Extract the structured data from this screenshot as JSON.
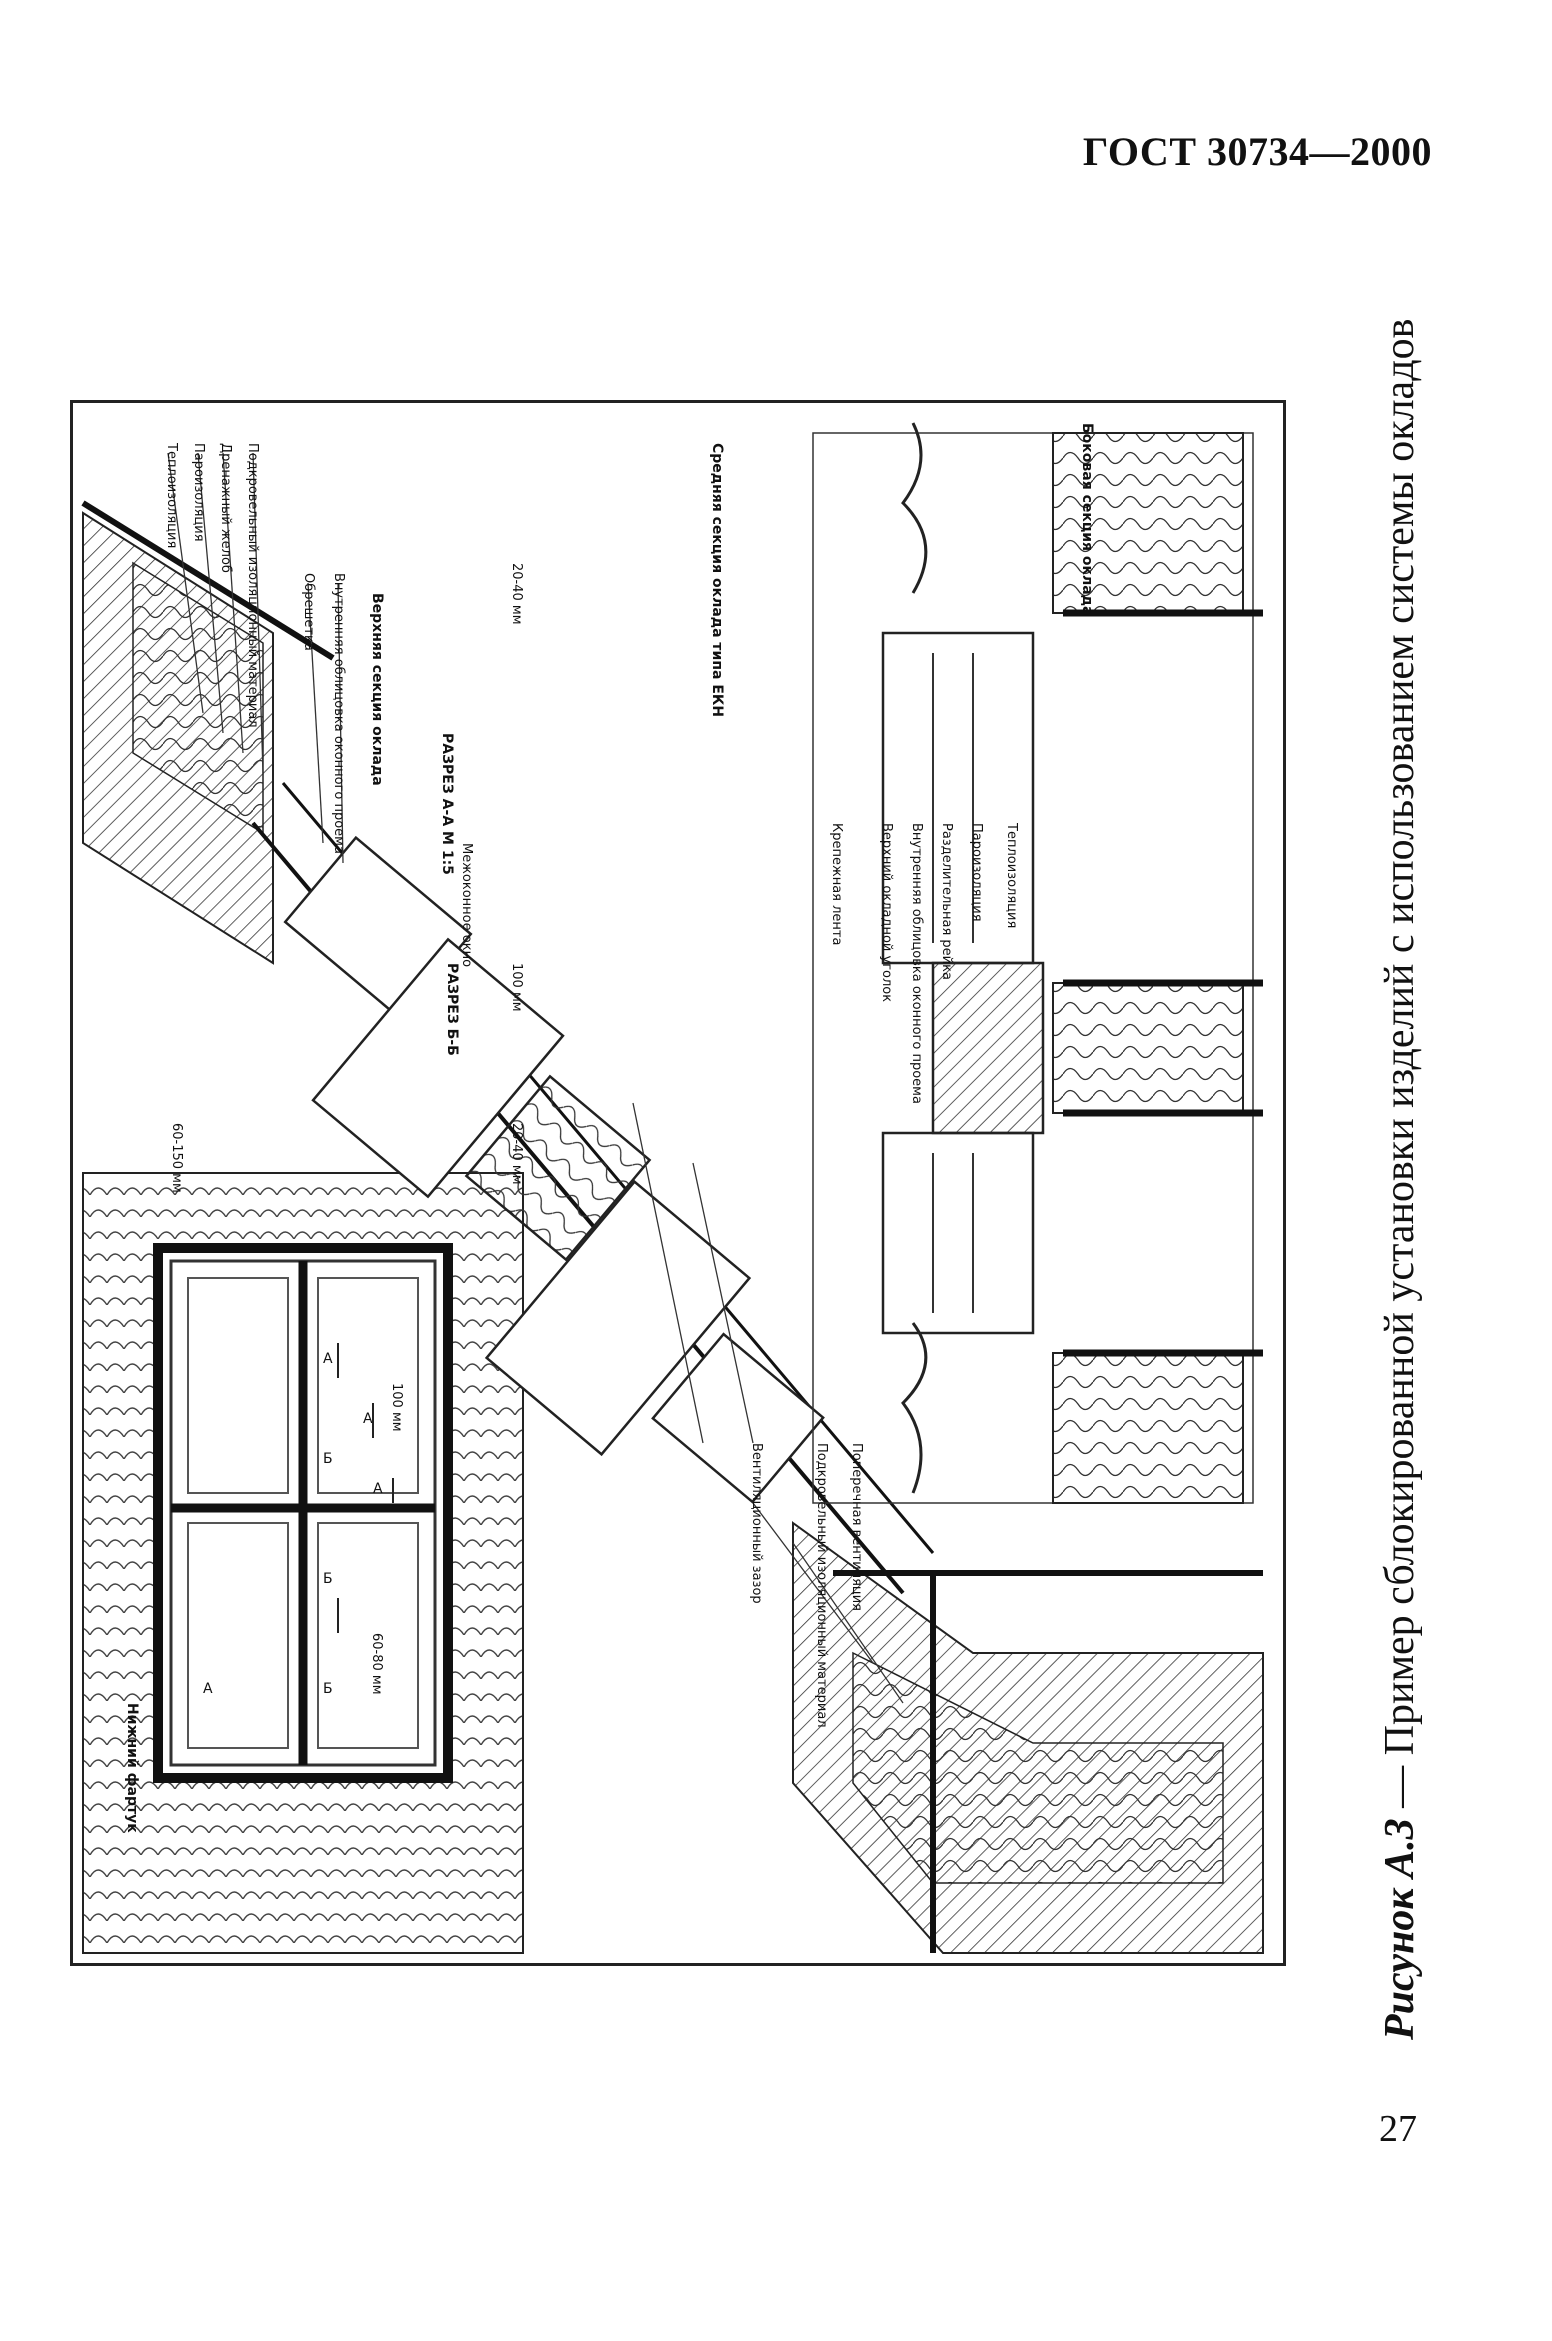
{
  "header": {
    "doc_id": "ГОСТ 30734—2000"
  },
  "caption": {
    "lead": "Рисунок А.3",
    "dash": " — ",
    "text": "Пример сблокированной установки изделий с использованием системы окладов"
  },
  "page_number": "27",
  "drawing": {
    "section_labels": {
      "section_aa": "РАЗРЕЗ А-А М 1:5",
      "section_bb": "РАЗРЕЗ Б-Б",
      "middle_section": "Средняя секция оклада типа ЕКН",
      "side_section": "Боковая секция оклада",
      "upper_section": "Верхняя секция оклада",
      "lower_apron": "Нижний фартук"
    },
    "callouts": [
      "Теплоизоляция",
      "Пароизоляция",
      "Дренажный желоб",
      "Подкровельный изоляционный материал",
      "Обрешетка",
      "Внутренняя облицовка оконного проема",
      "Межоконное окно",
      "Крепежная лента",
      "Верхний окладной уголок",
      "Внутренняя облицовка оконного проема",
      "Разделительная рейка",
      "Пароизоляция",
      "Теплоизоляция",
      "Вентиляционный зазор",
      "Подкровельный изоляционный материал",
      "Поперечная вентиляция"
    ],
    "dimensions": [
      "60-150 мм",
      "100 мм",
      "60-80 мм",
      "20-40 мм",
      "100 мм",
      "20-40 мм"
    ],
    "elevation_marks": [
      "А",
      "А",
      "А",
      "Б",
      "Б",
      "Б",
      "А"
    ]
  }
}
